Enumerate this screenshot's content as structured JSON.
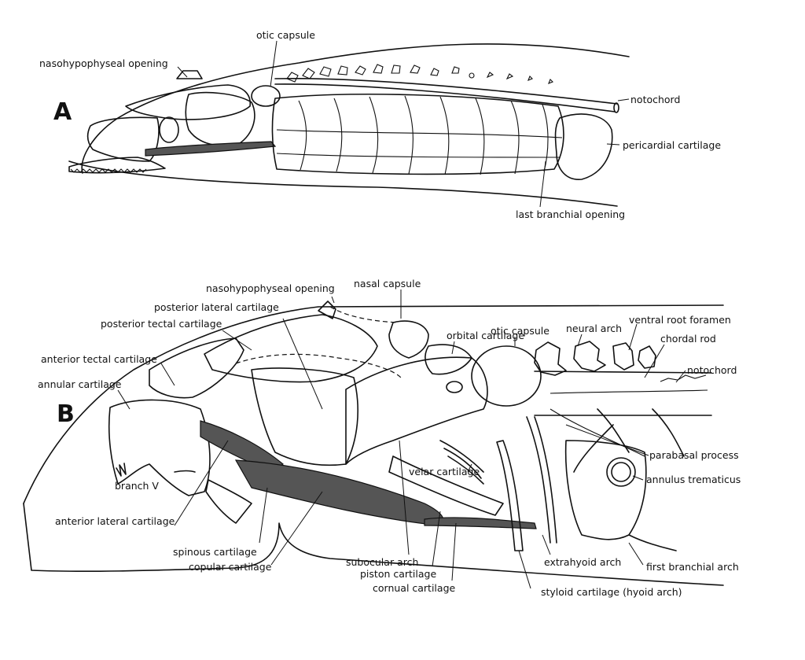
{
  "panels": {
    "a": "A",
    "b": "B"
  },
  "labels_a": {
    "otic_capsule": "otic capsule",
    "nasohypophyseal_opening": "nasohypophyseal opening",
    "notochord": "notochord",
    "pericardial_cartilage": "pericardial cartilage",
    "last_branchial_opening": "last branchial opening"
  },
  "labels_b": {
    "nasohypophyseal_opening": "nasohypophyseal opening",
    "nasal_capsule": "nasal capsule",
    "posterior_lateral_cartilage": "posterior lateral cartilage",
    "posterior_tectal_cartilage": "posterior tectal cartilage",
    "orbital_cartilage": "orbital cartilage",
    "otic_capsule": "otic capsule",
    "neural_arch": "neural arch",
    "ventral_root_foramen": "ventral root foramen",
    "chordal_rod": "chordal rod",
    "anterior_tectal_cartilage": "anterior tectal cartilage",
    "notochord": "notochord",
    "annular_cartilage": "annular cartilage",
    "parabasal_process": "parabasal process",
    "annulus_trematicus": "annulus trematicus",
    "velar_cartilage": "velar cartilage",
    "branch_v": "branch V",
    "anterior_lateral_cartilage": "anterior lateral cartilage",
    "spinous_cartilage": "spinous cartilage",
    "copular_cartilage": "copular cartilage",
    "subocular_arch": "subocular arch",
    "piston_cartilage": "piston cartilage",
    "cornual_cartilage": "cornual cartilage",
    "extrahyoid_arch": "extrahyoid arch",
    "first_branchial_arch": "first branchial arch",
    "styloid_cartilage": "styloid cartilage (hyoid arch)"
  }
}
